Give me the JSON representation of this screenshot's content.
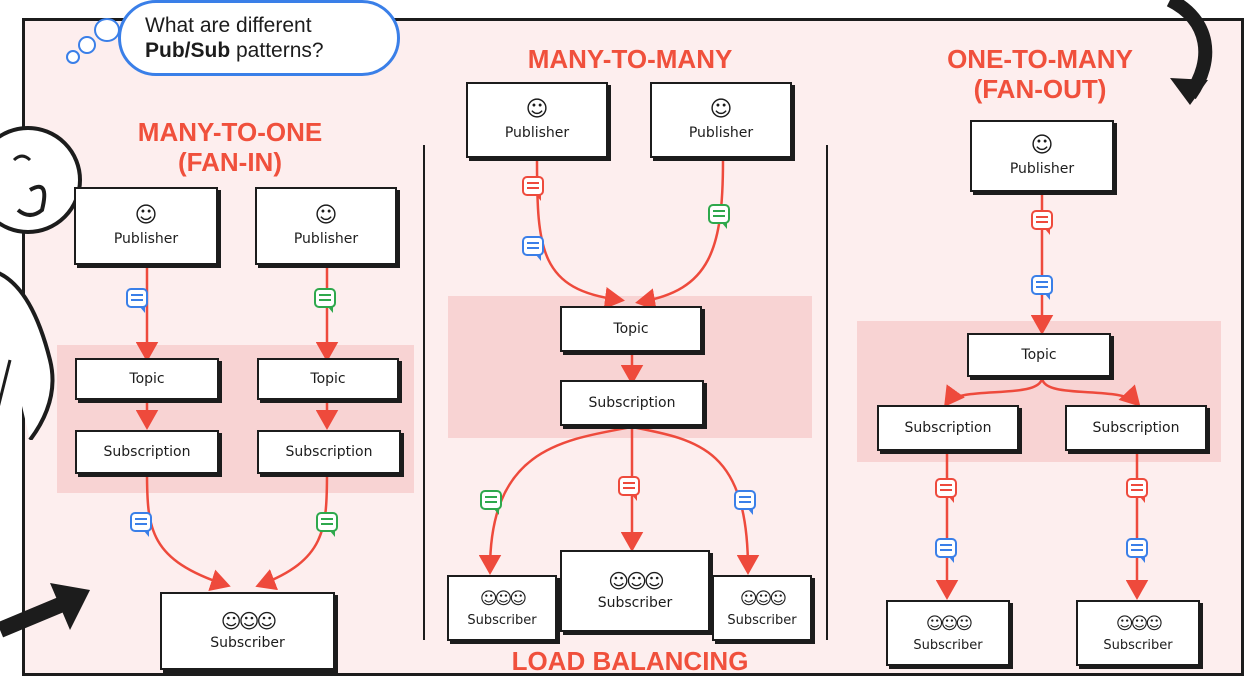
{
  "question": {
    "line1": "What are different",
    "bold": "Pub/Sub",
    "rest": " patterns?"
  },
  "sections": {
    "many_to_one": {
      "title1": "MANY-TO-ONE",
      "title2": "(FAN-IN)"
    },
    "many_to_many": {
      "title": "MANY-TO-MANY",
      "footer": "LOAD BALANCING"
    },
    "one_to_many": {
      "title1": "ONE-TO-MANY",
      "title2": "(FAN-OUT)"
    }
  },
  "labels": {
    "publisher": "Publisher",
    "topic": "Topic",
    "subscription": "Subscription",
    "subscriber": "Subscriber"
  },
  "icons": {
    "face": "☺",
    "faces": "☺☺☺"
  },
  "colors": {
    "accent": "#f0503c",
    "message_red": "#ee4a3c",
    "message_blue": "#3a7fe8",
    "message_green": "#2ea84c",
    "zone": "#f8d3d3"
  }
}
